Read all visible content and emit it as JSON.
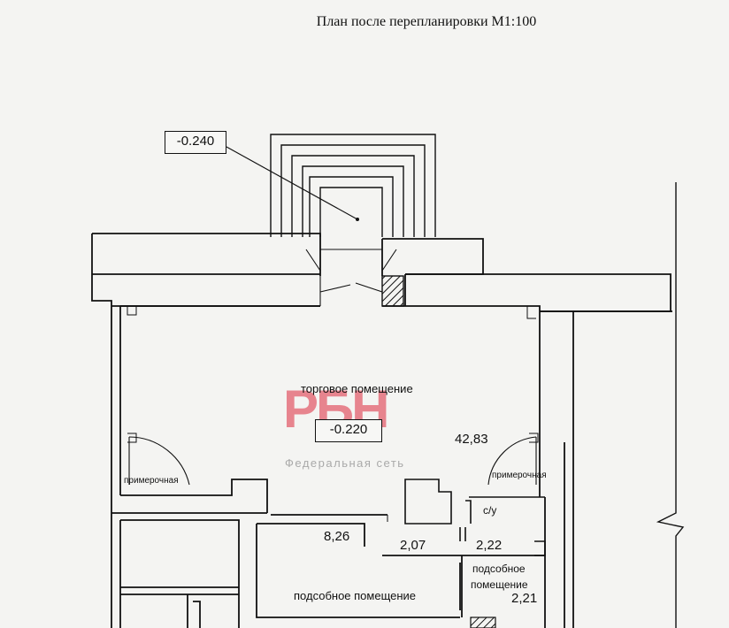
{
  "plan": {
    "title": "План после перепланировки М1:100",
    "entrance_level": "-0.240",
    "floor_level": "-0.220",
    "rooms": {
      "sales": {
        "name": "торговое помещение",
        "area": "42,83"
      },
      "fitting_left": {
        "name": "примерочная"
      },
      "fitting_right": {
        "name": "примерочная"
      },
      "wc": {
        "name": "с/у",
        "area": "2,22"
      },
      "storage_main": {
        "name": "подсобное помещение",
        "area": "8,26"
      },
      "corridor": {
        "area": "2,07"
      },
      "storage_small": {
        "name_line1": "подсобное",
        "name_line2": "помещение",
        "area": "2,21"
      }
    }
  },
  "watermark": {
    "logo": "РБН",
    "subtitle": "Федеральная сеть"
  }
}
